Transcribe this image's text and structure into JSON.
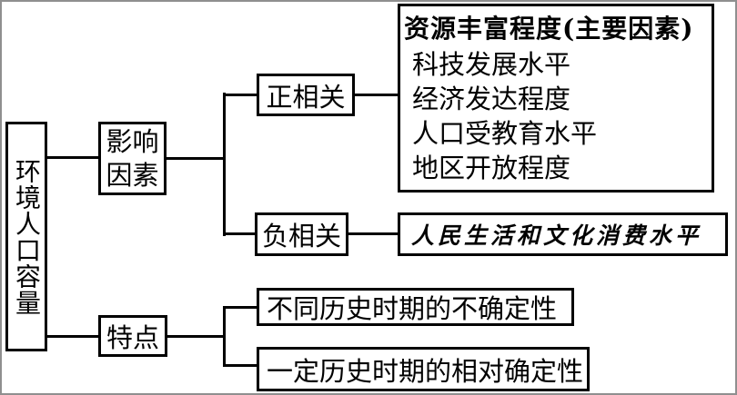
{
  "diagram": {
    "root": {
      "label": "环境人口容量"
    },
    "branches": {
      "factors": {
        "label": "影响因素"
      },
      "features": {
        "label": "特点"
      }
    },
    "relations": {
      "positive": {
        "label": "正相关"
      },
      "negative": {
        "label": "负相关"
      }
    },
    "positive_factors": {
      "title": "资源丰富程度(主要因素)",
      "items": [
        "科技发展水平",
        "经济发达程度",
        "人口受教育水平",
        "地区开放程度"
      ]
    },
    "negative_factor": {
      "label": "人民生活和文化消费水平"
    },
    "feature_items": [
      "不同历史时期的不确定性",
      "一定历史时期的相对确定性"
    ]
  },
  "colors": {
    "line": "#000000",
    "background": "#ffffff",
    "outer_frame": "#8f8f8f"
  }
}
